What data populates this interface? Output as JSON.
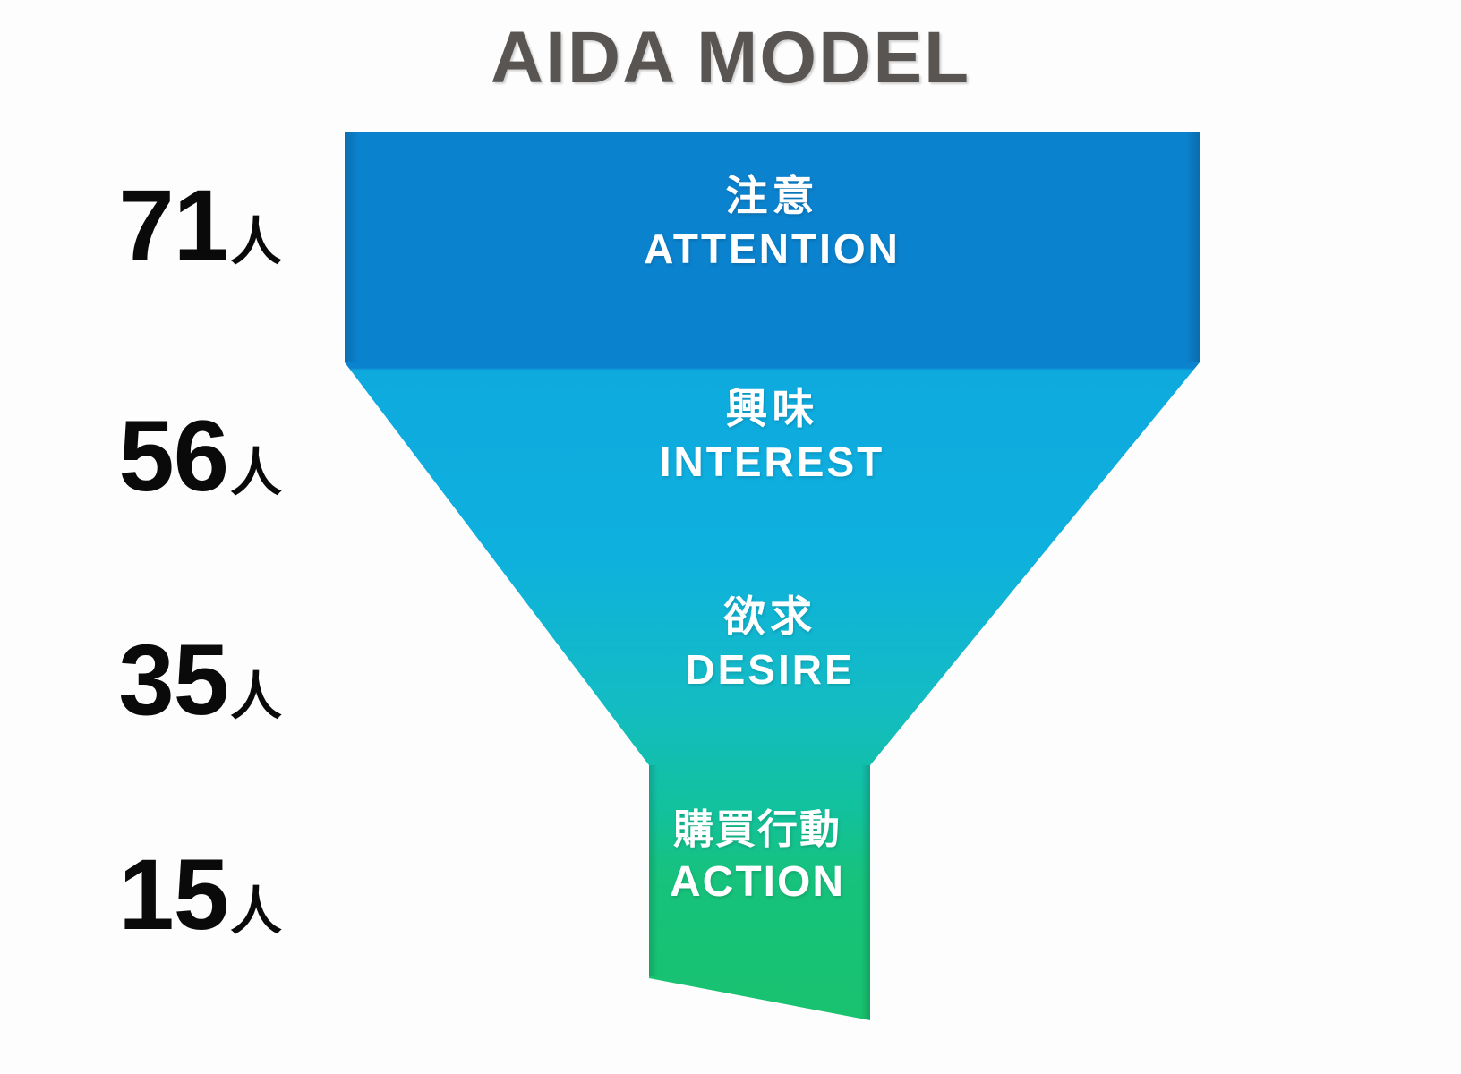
{
  "page": {
    "title": "AIDA MODEL",
    "background_color": "#fdfdfd"
  },
  "chart_data": {
    "type": "funnel",
    "title": "AIDA MODEL",
    "unit_suffix": "人",
    "categories": [
      "ATTENTION",
      "INTEREST",
      "DESIRE",
      "ACTION"
    ],
    "categories_jp": [
      "注意",
      "興味",
      "欲求",
      "購買行動"
    ],
    "values": [
      71,
      56,
      35,
      15
    ],
    "value_labels": [
      "71人",
      "56人",
      "35人",
      "15人"
    ],
    "colors": [
      "#0b82ce",
      "#0dabdf",
      "#13bcc4",
      "#17c172"
    ],
    "legend": "none",
    "grid": false
  },
  "metrics": [
    {
      "value": "71",
      "unit": "人"
    },
    {
      "value": "56",
      "unit": "人"
    },
    {
      "value": "35",
      "unit": "人"
    },
    {
      "value": "15",
      "unit": "人"
    }
  ],
  "stages": [
    {
      "jp": "注意",
      "en": "ATTENTION",
      "color": "#0b82ce"
    },
    {
      "jp": "興味",
      "en": "INTEREST",
      "color": "#0dabdf"
    },
    {
      "jp": "欲求",
      "en": "DESIRE",
      "color": "#13bcc4"
    },
    {
      "jp": "購買行動",
      "en": "ACTION",
      "color": "#17c172"
    }
  ]
}
